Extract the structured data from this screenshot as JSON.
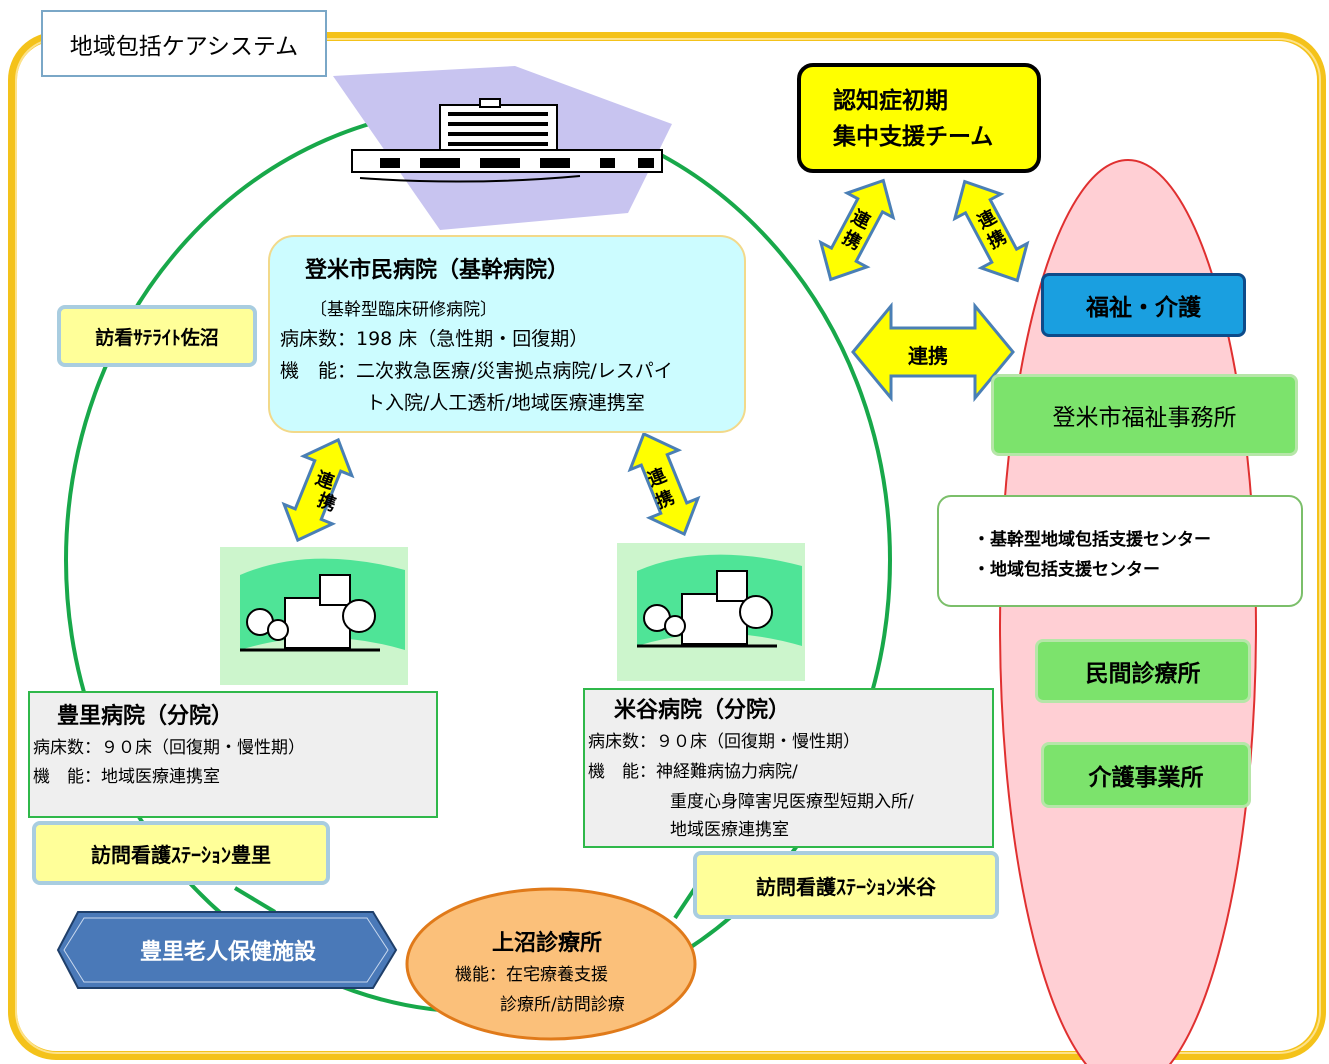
{
  "title": "地域包括ケアシステム",
  "main_hospital": {
    "name": "登米市民病院（基幹病院）",
    "sub": "〔基幹型臨床研修病院〕",
    "beds": "病床数：198 床（急性期・回復期）",
    "func_line1": "機　能：二次救急医療/災害拠点病院/レスパイ",
    "func_line2": "ト入院/人工透析/地域医療連携室"
  },
  "toyosato": {
    "name": "豊里病院（分院）",
    "beds": "病床数：９０床（回復期・慢性期）",
    "func": "機　能：地域医療連携室"
  },
  "yoneya": {
    "name": "米谷病院（分院）",
    "beds": "病床数：９０床（回復期・慢性期）",
    "func_line1": "機　能：神経難病協力病院/",
    "func_line2": "重度心身障害児医療型短期入所/",
    "func_line3": "地域医療連携室"
  },
  "satellite": "訪看ｻﾃﾗｲﾄ佐沼",
  "station_toyosato": "訪問看護ｽﾃｰｼｮﾝ豊里",
  "station_yoneya": "訪問看護ｽﾃｰｼｮﾝ米谷",
  "rojin": "豊里老人保健施設",
  "kaminuma": {
    "name": "上沼診療所",
    "line1": "機能：在宅療養支援",
    "line2": "診療所/訪問診療"
  },
  "dementia": {
    "line1": "認知症初期",
    "line2": "集中支援チーム"
  },
  "welfare": {
    "care": "福祉・介護",
    "office": "登米市福祉事務所",
    "center1": "・基幹型地域包括支援センター",
    "center2": "・地域包括支援センター",
    "clinic": "民間診療所",
    "care_office": "介護事業所"
  },
  "link_label": "連携",
  "link_char1": "連",
  "link_char2": "携",
  "colors": {
    "frame": "#f4c21a",
    "circle": "#18a84a",
    "arrow_fill": "#ffff00",
    "arrow_stroke": "#4a7fb5",
    "ellipse": "#ffcfd4",
    "ellipse_stroke": "#e03030"
  }
}
